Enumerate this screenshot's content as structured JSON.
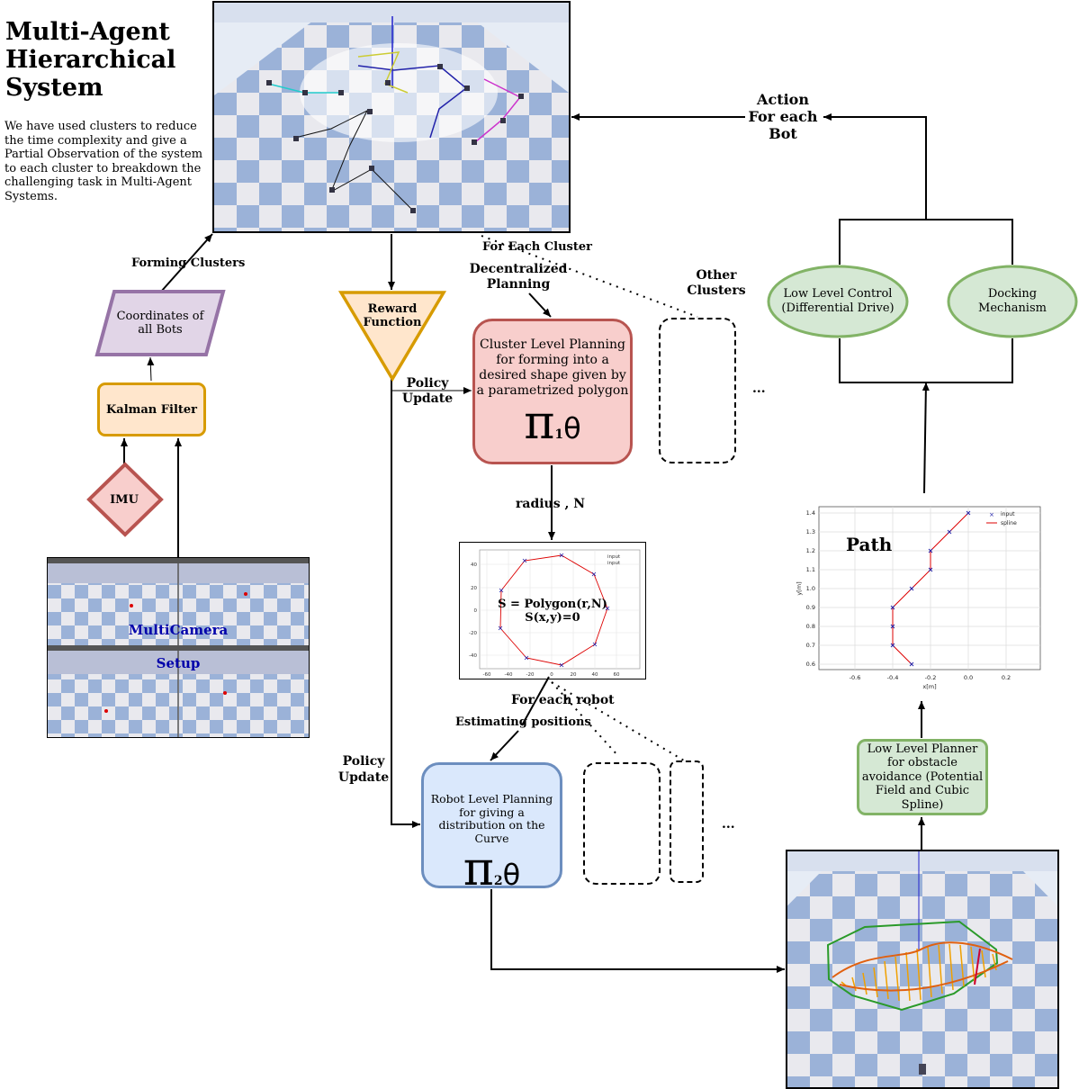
{
  "title": "Multi-Agent Hierarchical System",
  "description": "We have used clusters to reduce the time complexity and give a Partial Observation of the system to each cluster to breakdown the challenging task in Multi-Agent Systems.",
  "nodes": {
    "coordinates": "Coordinates of all Bots",
    "kalman": "Kalman Filter",
    "imu": "IMU",
    "multicamera_line1": "MultiCamera",
    "multicamera_line2": "Setup",
    "reward_line1": "Reward",
    "reward_line2": "Function",
    "cluster_planning": "Cluster Level Planning for forming into a desired shape given by a parametrized polygon",
    "cluster_pi_sub": "1",
    "polygon_eq1": "S = Polygon(r,N)",
    "polygon_eq2": "S(x,y)=0",
    "robot_planning": "Robot Level Planning for giving a distribution on the Curve",
    "robot_pi_sub": "2",
    "low_level_control": "Low Level Control (Differential Drive)",
    "docking": "Docking Mechanism",
    "low_level_planner": "Low Level Planner for obstacle avoidance (Potential Field and Cubic Spline)",
    "path": "Path"
  },
  "symbols": {
    "pi": "π",
    "theta": "θ",
    "ellipsis": "..."
  },
  "edge_labels": {
    "forming_clusters": "Forming Clusters",
    "for_each_cluster": "For Each Cluster",
    "decentralized_1": "Decentralized",
    "decentralized_2": "Planning",
    "other_clusters_1": "Other",
    "other_clusters_2": "Clusters",
    "policy_update_1a": "Policy",
    "policy_update_1b": "Update",
    "policy_update_2a": "Policy",
    "policy_update_2b": "Update",
    "radius_n": "radius , N",
    "for_each_robot": "For each robot",
    "estimating_positions": "Estimating positions",
    "action_1": "Action",
    "action_2": "For each",
    "action_3": "Bot"
  },
  "path_plot": {
    "legend": [
      "input",
      "spline"
    ],
    "xlabel": "x[m]",
    "ylabel": "y[m]",
    "xticks": [
      "-0.6",
      "-0.4",
      "-0.2",
      "0.0",
      "0.2"
    ],
    "yticks": [
      "1.4",
      "1.3",
      "1.2",
      "1.1",
      "1.0",
      "0.9",
      "0.8",
      "0.7",
      "0.6"
    ],
    "points_x": [
      0.0,
      -0.1,
      -0.2,
      -0.2,
      -0.3,
      -0.4,
      -0.4,
      -0.4,
      -0.3
    ],
    "points_y": [
      1.4,
      1.3,
      1.2,
      1.1,
      1.0,
      0.9,
      0.8,
      0.7,
      0.6
    ]
  },
  "polygon_plot": {
    "legend": [
      "input",
      "input"
    ],
    "xticks": [
      "-60",
      "-40",
      "-20",
      "0",
      "20",
      "40",
      "60"
    ],
    "yticks": [
      "40",
      "20",
      "0",
      "-20",
      "-40"
    ]
  },
  "colors": {
    "purple_fill": "#e1d5e7",
    "purple_stroke": "#9673a6",
    "orange_fill": "#ffe6cc",
    "orange_stroke": "#d79b00",
    "red_fill": "#f8cecc",
    "red_stroke": "#b85450",
    "blue_fill": "#dae8fc",
    "blue_stroke": "#6c8ebf",
    "green_fill": "#d5e8d4",
    "green_stroke": "#82b366",
    "label_blue": "#0000aa"
  }
}
